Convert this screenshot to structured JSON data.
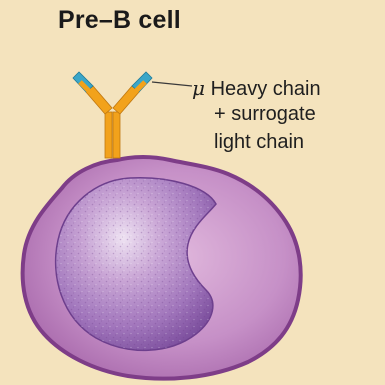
{
  "title": "Pre–B cell",
  "label": {
    "symbol": "μ",
    "line1": "Heavy chain",
    "line2": "+ surrogate",
    "line3": "light chain"
  },
  "colors": {
    "background": "#f4e3bd",
    "heavy_chain": "#f2a21b",
    "surrogate_light_chain": "#3aa6c8",
    "cell_membrane": "#8e4a96",
    "cytoplasm": "#c48ac6",
    "nucleus": "#a873ba"
  }
}
